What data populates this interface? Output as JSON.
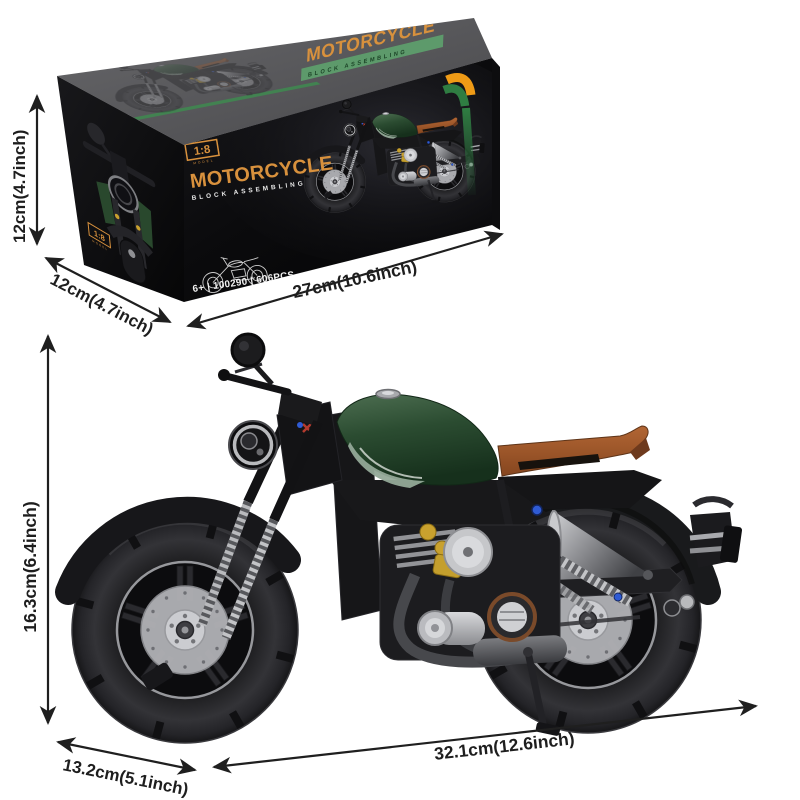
{
  "box": {
    "lid": {
      "title": "MOTORCYCLE",
      "subtitle": "BLOCK ASSEMBLING"
    },
    "front": {
      "scale": "1:8",
      "scale_sub": "MODEL",
      "title": "MOTORCYCLE",
      "subtitle": "BLOCK ASSEMBLING",
      "spec": "6+ | 100290 | 606PCS"
    },
    "side": {
      "scale": "1:8",
      "scale_sub": "MODEL"
    },
    "dimensions": {
      "height": "12cm(4.7inch)",
      "depth": "12cm(4.7inch)",
      "width": "27cm(10.6inch)"
    }
  },
  "model": {
    "dimensions": {
      "height": "16.3cm(6.4inch)",
      "depth": "13.2cm(5.1inch)",
      "width": "32.1cm(12.6inch)"
    }
  },
  "colors": {
    "accent_orange": "#d8913d",
    "corner_orange": "#ef9b16",
    "stripe_green": "#5d9a6b",
    "corner_green": "#2f7d42",
    "tank_green": "#2c4f31",
    "seat_brown": "#a05a2e",
    "dimension_ink": "#1f1f1f",
    "box_black": "#0a0a0c",
    "lid_gray": "#57575a"
  }
}
